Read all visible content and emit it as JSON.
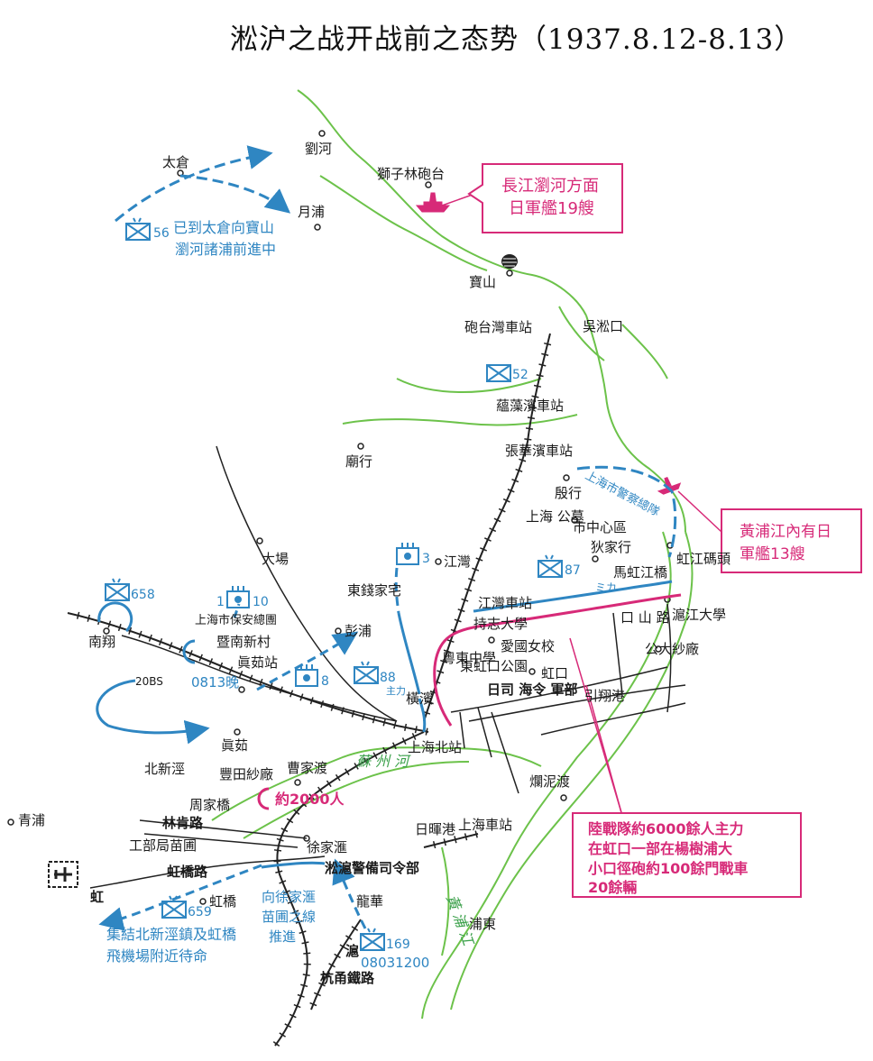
{
  "title": "淞沪之战开战前之态势（1937.8.12-8.13）",
  "colors": {
    "river": "#6cc24a",
    "railway": "#222222",
    "chinese_forces": "#2f86c2",
    "japanese_forces": "#d72a78",
    "text": "#1a1a1a"
  },
  "places": {
    "liuhe": "劉河",
    "taicang": "太倉",
    "yuepu": "月浦",
    "shizilin": "獅子林砲台",
    "baoshan": "寶山",
    "wusongkou": "吳淞口",
    "paotaiwan_station": "砲台灣車站",
    "yunzaobin_station": "蘊藻濱車站",
    "zhanghuabin_station": "張華濱車站",
    "miaohang": "廟行",
    "yinhang": "殷行",
    "shanghai_gongmu": "上海 公墓",
    "shizhongxinqu": "市中心區",
    "dijiahang": "狄家行",
    "hongjiang_wharf": "虹江碼頭",
    "dachang": "大場",
    "jiangwan": "江灣",
    "dongqianjiazhai": "東錢家宅",
    "mahongjiang_bridge": "馬虹江橋",
    "jiangwan_station": "江灣車站",
    "chizhi_university": "持志大學",
    "hujiang_university": "滬江大學",
    "aiguo_school": "愛國女校",
    "dong_hongkou_park": "東虹口公園",
    "guangdong_middle_school": "粵東中學",
    "hongkou": "虹口",
    "gongda_mill": "公大紗廠",
    "yinxiang_port": "引翔港",
    "nanxiang": "南翔",
    "jinan_xincun": "暨南新村",
    "zhenru_station": "眞茹站",
    "pengpu": "彭浦",
    "hengbin": "橫濱",
    "japanese_navy_hq": "日司 海令 軍部",
    "zhenru": "眞茹",
    "caojiadu": "曹家渡",
    "shanghai_north_station": "上海北站",
    "toyoda_mill": "豐田紗廠",
    "beixinjing": "北新涇",
    "zhoujiaqiao": "周家橋",
    "linken_road": "林肯路",
    "qingpu": "青浦",
    "gongbuju_nursery": "工部局苗圃",
    "hongqiao_road": "虹橋路",
    "hong": "虹",
    "hongqiao": "虹橋",
    "xujiahui": "徐家滙",
    "songhu_garrison": "淞滬警備司令部",
    "rihuigang": "日暉港",
    "shanghai_station": "上海車站",
    "lanniidu": "爛泥渡",
    "longhua": "龍華",
    "pudong": "浦東",
    "hu": "滬",
    "hangyong_railway": "杭甬鐵路",
    "kou_road": "口 山 路"
  },
  "rivers": {
    "suzhou_creek": "蘇 州 河",
    "huangpu": "黃 浦 江"
  },
  "units": {
    "u56": {
      "id": "56",
      "note_line1": "已到太倉向寶山",
      "note_line2": "瀏河諸浦前進中"
    },
    "u52": {
      "id": "52"
    },
    "u3": {
      "id": "3"
    },
    "u87": {
      "id": "87",
      "note": "ミカ"
    },
    "u10": {
      "id": "10",
      "prefix": "1",
      "name": "上海市保安總團",
      "time": "0813晚"
    },
    "u658": {
      "id": "658"
    },
    "u8": {
      "id": "8"
    },
    "u88": {
      "id": "88",
      "note": "主力"
    },
    "u659": {
      "id": "659",
      "note_line1": "集結北新涇鎮及虹橋",
      "note_line2": "飛機場附近待命"
    },
    "u169": {
      "id": "169",
      "time": "08031200"
    },
    "bs20": {
      "label": "20BS"
    },
    "police": {
      "label": "上海市警察總隊"
    },
    "xu_line": {
      "line1": "向徐家滙",
      "line2": "苗圃之線",
      "line3": "推進"
    }
  },
  "japanese": {
    "fleet_changjiang": {
      "line1": "長江瀏河方面",
      "line2": "日軍艦19艘"
    },
    "fleet_huangpu": {
      "line1": "黃浦江內有日",
      "line2": "軍艦13艘"
    },
    "marines": {
      "line1": "陸戰隊約6000餘人主力",
      "line2": "在虹口一部在楊樹浦大",
      "line3": "小口徑砲約100餘門戰車",
      "line4": "20餘輛"
    },
    "troops_2000": {
      "label": "約2000人"
    }
  },
  "icons": {
    "airfield": "airfield-icon",
    "fort": "fort-icon",
    "warship": "warship-icon",
    "unit": "unit-symbol-icon"
  }
}
